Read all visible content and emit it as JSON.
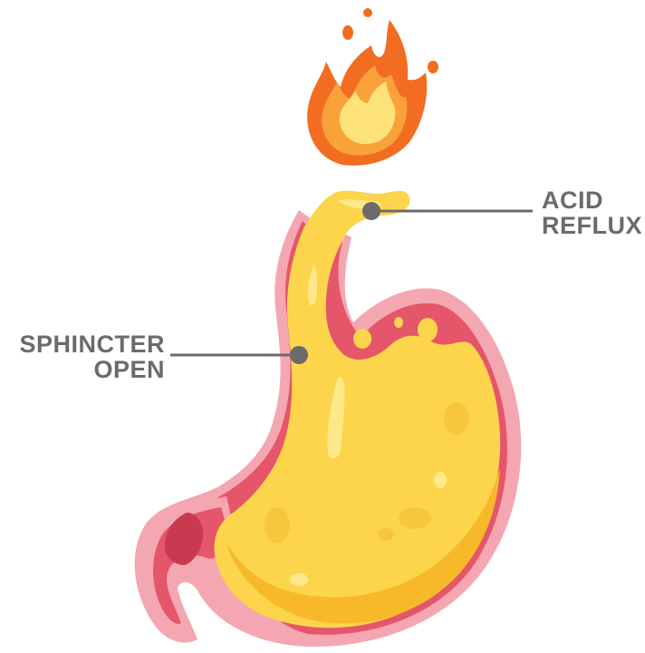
{
  "labels": {
    "acid_reflux": {
      "line1": "ACID",
      "line2": "REFLUX"
    },
    "sphincter_open": {
      "line1": "SPHINCTER",
      "line2": "OPEN"
    }
  },
  "colors": {
    "label_text": "#6b6b6b",
    "leader_line": "#6b6b6b",
    "stomach_outer": "#f4a7b1",
    "stomach_wall": "#e5566a",
    "stomach_wall_dark": "#c83a50",
    "acid_fill": "#fcd54c",
    "acid_shadow": "#f7b92a",
    "acid_highlight": "#fde98a",
    "flame_outer": "#f26d21",
    "flame_mid": "#f9a23a",
    "flame_inner": "#fde27a"
  },
  "icons": [
    "flame-icon",
    "stomach-illustration"
  ]
}
